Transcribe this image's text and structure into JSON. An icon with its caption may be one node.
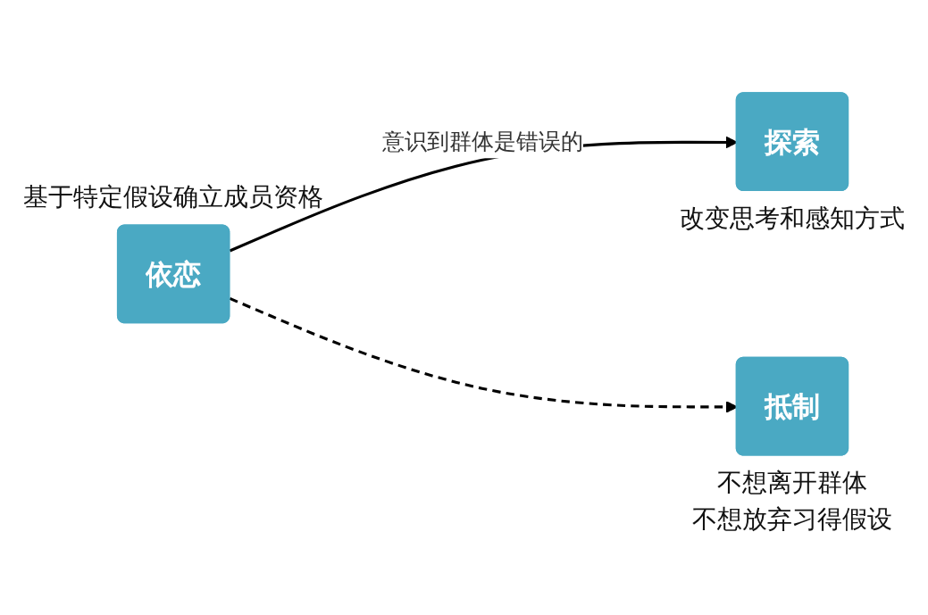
{
  "diagram": {
    "nodes": [
      {
        "text": [
          "依恋"
        ],
        "beside": [
          "基于特定假设确立成员资格"
        ]
      },
      {
        "text": [
          "探索"
        ],
        "beside": [
          "改变思考和感知方式"
        ]
      },
      {
        "text": [
          "抵制"
        ],
        "beside": [
          "不想离开群体",
          "不想放弃习得假设"
        ]
      }
    ],
    "edges": [
      {
        "from": 0,
        "to": 1,
        "arrow": "to",
        "label": "意识到群体是错误的"
      },
      {
        "from": 0,
        "to": 2,
        "arrow": "to",
        "style": "dashed"
      }
    ]
  }
}
